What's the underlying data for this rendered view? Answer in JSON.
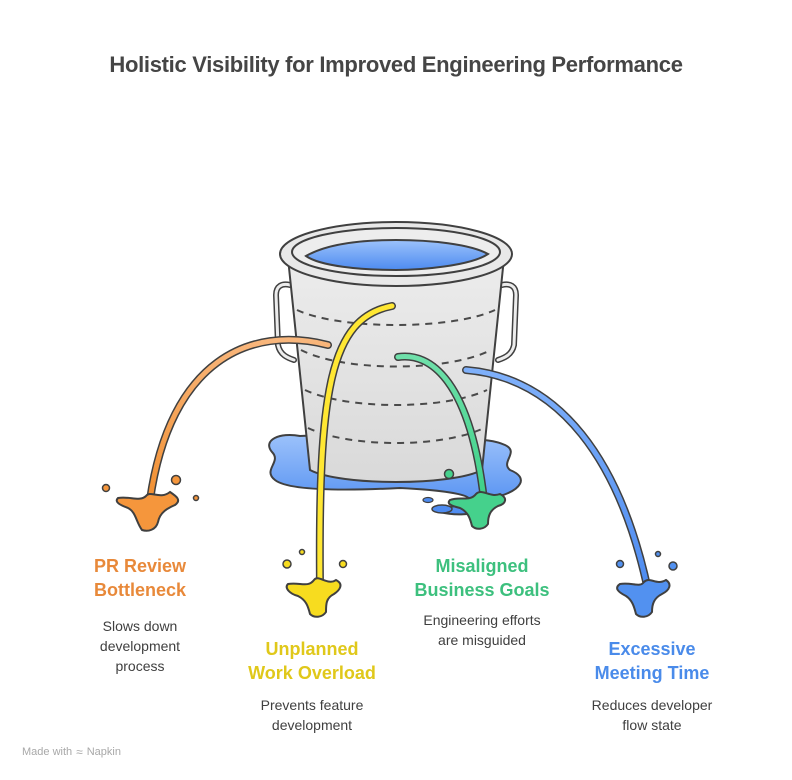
{
  "title": "Holistic Visibility for Improved Engineering Performance",
  "items": [
    {
      "label_line1": "PR Review",
      "label_line2": "Bottleneck",
      "desc_line1": "Slows down",
      "desc_line2": "development",
      "desc_line3": "process",
      "color": "#E8893A"
    },
    {
      "label_line1": "Unplanned",
      "label_line2": "Work Overload",
      "desc_line1": "Prevents feature",
      "desc_line2": "development",
      "color": "#E0C81A"
    },
    {
      "label_line1": "Misaligned",
      "label_line2": "Business Goals",
      "desc_line1": "Engineering efforts",
      "desc_line2": "are misguided",
      "color": "#3DC07E"
    },
    {
      "label_line1": "Excessive",
      "label_line2": "Meeting Time",
      "desc_line1": "Reduces developer",
      "desc_line2": "flow state",
      "color": "#4A8BEA"
    }
  ],
  "footer": {
    "prefix": "Made with",
    "brand": "Napkin",
    "logo_icon": "napkin-logo-icon"
  }
}
